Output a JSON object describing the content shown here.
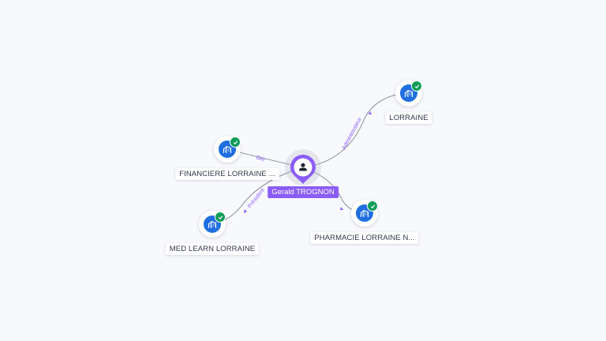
{
  "person": {
    "name": "Gerald TROGNON",
    "icon": "person-icon",
    "color": "#8b5cf6"
  },
  "companies": [
    {
      "id": "lorraine",
      "name": "LORRAINE",
      "icon": "company-building-icon",
      "verified": true
    },
    {
      "id": "financiere",
      "name": "FINANCIERE LORRAINE ...",
      "icon": "company-building-icon",
      "verified": true
    },
    {
      "id": "medlearn",
      "name": "MED LEARN LORRAINE",
      "icon": "company-building-icon",
      "verified": true
    },
    {
      "id": "pharmacie",
      "name": "PHARMACIE LORRAINE N...",
      "icon": "company-building-icon",
      "verified": true
    }
  ],
  "relations": [
    {
      "to": "lorraine",
      "role": "Administrateur"
    },
    {
      "to": "financiere",
      "role": "Gér"
    },
    {
      "to": "medlearn",
      "role": "Président"
    },
    {
      "to": "pharmacie",
      "role": ""
    }
  ],
  "colors": {
    "company": "#1f6fe0",
    "verified": "#0f9d58",
    "edge_label": "#8b5cf6",
    "edge": "#7a7f8c"
  }
}
